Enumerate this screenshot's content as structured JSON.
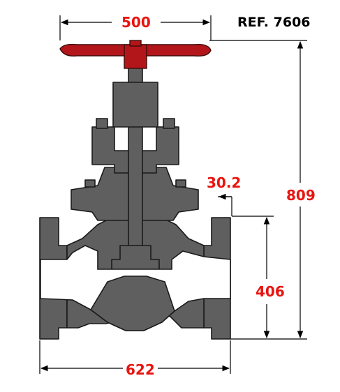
{
  "reference": "REF. 7606",
  "dimensions": {
    "handwheel_diameter": "500",
    "stem_offset": "30.2",
    "overall_height": "809",
    "flange_height": "406",
    "face_to_face": "622"
  },
  "colors": {
    "body": "#5f5f5f",
    "outline": "#1a1a1a",
    "handwheel": "#b3161a",
    "dimension_text": "#e8140f",
    "dimension_line": "#000000"
  }
}
